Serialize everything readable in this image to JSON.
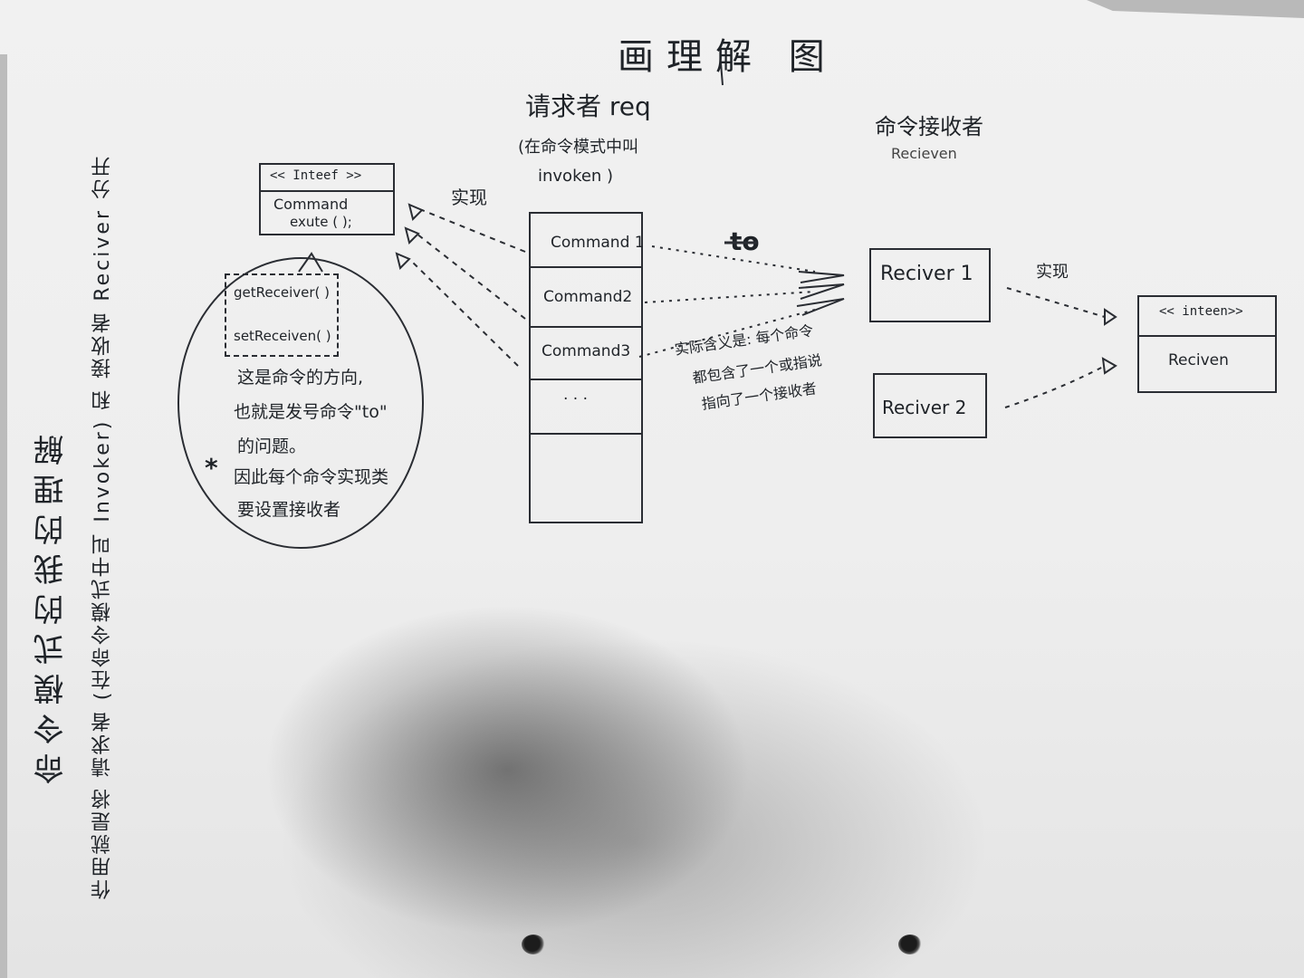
{
  "title": "画理解 图",
  "invoker": {
    "heading": "请求者 req",
    "subheading_line1": "(在命令模式中叫",
    "subheading_line2": "invoken )",
    "items": [
      "Command 1",
      "Command2",
      "Command3",
      ". . ."
    ]
  },
  "receiver_group": {
    "heading": "命令接收者",
    "subheading": "Recieven"
  },
  "command_interface": {
    "stereotype": "<< Inteef >>",
    "method1": "Command",
    "method2": "exute ( );"
  },
  "interface_methods": {
    "get": "getReceiver( )",
    "set": "setReceiven( )"
  },
  "circle_note": {
    "line1": "这是命令的方向,",
    "line2": "也就是发号命令\"to\"",
    "line3": "的问题。",
    "star": "*",
    "line4": "因此每个命令实现类",
    "line5": "要设置接收者"
  },
  "realize_label_left": "实现",
  "realize_label_right": "实现",
  "to_label": "to",
  "mid_note": {
    "line1": "实际含义是: 每个命令",
    "line2": "都包含了一个或指说",
    "line3": "指向了一个接收者"
  },
  "receivers": [
    "Reciver 1",
    "Reciver 2"
  ],
  "receiver_interface": {
    "stereotype": "<< inteen>>",
    "name": "Reciven"
  },
  "side_note_1": "命令模式的我的理解",
  "side_note_2": "作用就是将 请求者 (在命令模式中叫 Invoker) 和 接收者 Reciver 分开"
}
